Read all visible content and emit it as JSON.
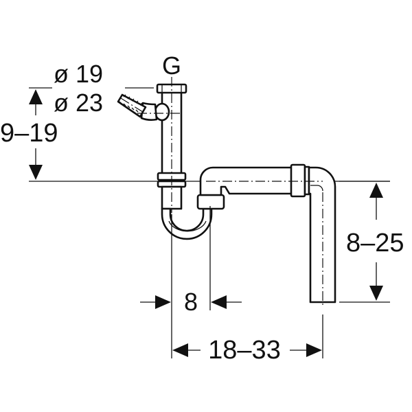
{
  "diagram": {
    "type": "technical-drawing",
    "subject": "sink siphon with appliance connection",
    "labels": {
      "connection_letter": "G",
      "diameter_small": "ø 19",
      "diameter_large": "ø 23",
      "height_inlet": "9–19",
      "height_outlet": "8–25",
      "offset_trap": "8",
      "horizontal_span": "18–33"
    },
    "colors": {
      "line": "#111111",
      "background": "#ffffff"
    }
  }
}
